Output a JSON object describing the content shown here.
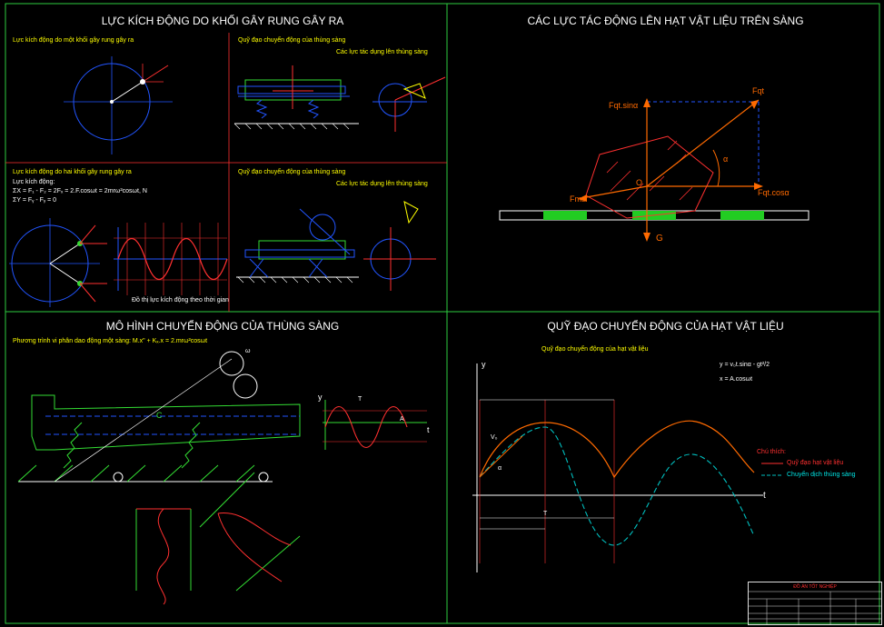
{
  "panels": {
    "p1": {
      "title": "LỰC KÍCH ĐỘNG DO KHỐI GÂY RUNG GÂY RA"
    },
    "p2": {
      "title": "CÁC LỰC TÁC ĐỘNG LÊN HẠT VẬT LIỆU TRÊN SÀNG"
    },
    "p3": {
      "title": "MÔ HÌNH CHUYỂN ĐỘNG CỦA THÙNG SÀNG"
    },
    "p4": {
      "title": "QUỸ ĐẠO CHUYỂN ĐỘNG CỦA HẠT VẬT LIỆU"
    }
  },
  "p1": {
    "sub_a": "Lực kích động do một khối gây rung gây ra",
    "sub_b": "Quỹ đạo chuyển động của thùng sàng",
    "sub_b2": "Các lực tác dụng lên thùng sàng",
    "sub_c": "Lực kích động do hai khối gây rung gây ra",
    "sub_c_l1": "Lực kích động:",
    "sub_c_l2": "ΣX = F₁ - F₂ = 2Fₓ = 2.F.cosωt = 2mrω²cosωt, N",
    "sub_c_l3": "ΣY = Fᵧ - Fᵧ = 0",
    "sub_d": "Quỹ đạo chuyển động của thùng sàng",
    "sub_d2": "Các lực tác dụng lên thùng sàng",
    "sub_e": "Đồ thị lực kích động theo thời gian"
  },
  "p2": {
    "f_sin": "Fqt.sinα",
    "f_qt": "Fqt",
    "f_cos": "Fqt.cosα",
    "f_ms": "Fms",
    "g": "G",
    "o": "O",
    "alpha": "α"
  },
  "p3": {
    "sub": "Phương trình vi phân dao động một sàng:     M.x\" + Kₓ.x = 2.mrω²cosωt",
    "c": "C",
    "t": "T",
    "a": "A",
    "t_axis": "t",
    "y_axis": "y",
    "omega": "ω"
  },
  "p4": {
    "sub": "Quỹ đạo chuyển động của hạt vật liệu",
    "eq1": "y = v₀t.sinα - gt²/2",
    "eq2": "x = A.cosωt",
    "legend_title": "Chú thích:",
    "legend": [
      {
        "label": "Quỹ đạo hạt vật liệu",
        "color": "#ff3030"
      },
      {
        "label": "Chuyển dịch thùng sàng",
        "color": "#00bfbf"
      }
    ],
    "y_axis": "y",
    "t_axis": "t",
    "t_label": "T",
    "v0": "V₀",
    "alpha": "α"
  },
  "title_block": {
    "title": "ĐỒ ÁN TỐT NGHIỆP"
  },
  "colors": {
    "frame": "#2ecc40",
    "grid_red": "#ff3030",
    "ink_green": "#33dd33",
    "ink_blue": "#2255ff",
    "ink_yellow": "#ffff00",
    "ink_orange": "#ff6a00"
  }
}
